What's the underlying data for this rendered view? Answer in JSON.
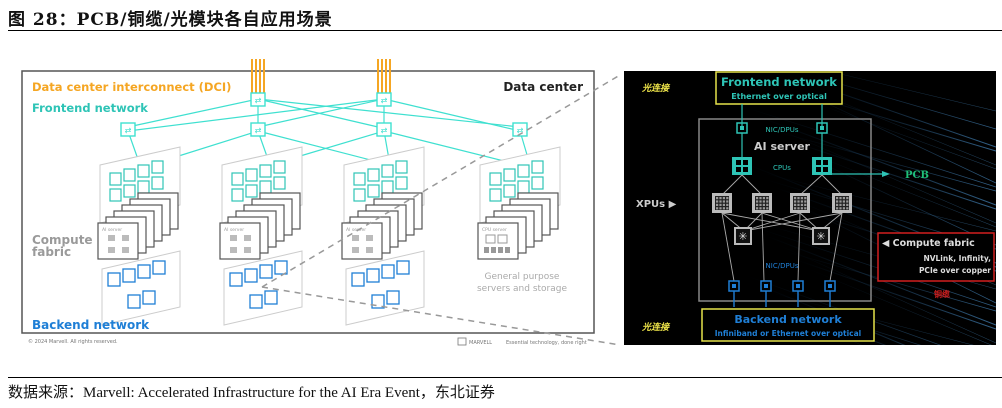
{
  "figure": {
    "title": "图 28：PCB/铜缆/光模块各自应用场景",
    "source": "数据来源：Marvell: Accelerated Infrastructure for the AI Era Event，东北证券"
  },
  "left_diagram": {
    "dci_label": "Data center interconnect (DCI)",
    "frontend_label": "Frontend network",
    "data_center_label": "Data center",
    "compute_fabric_label_line1": "Compute",
    "compute_fabric_label_line2": "fabric",
    "backend_label": "Backend network",
    "ai_server_label": "AI server",
    "cpu_server_label": "CPU server",
    "general_purpose_line1": "General purpose",
    "general_purpose_line2": "servers and storage",
    "copyright": "© 2024 Marvell. All rights reserved.",
    "brand": "MARVELL",
    "tagline": "Essential technology, done right"
  },
  "right_diagram": {
    "frontend_title": "Frontend network",
    "frontend_sub": "Ethernet over optical",
    "optical_label_top": "光连接",
    "optical_label_bottom": "光连接",
    "nic_top_label": "NIC/DPUs",
    "ai_server_label": "AI server",
    "cpus_label": "CPUs",
    "pcb_label": "PCB",
    "xpus_label": "XPUs ▶",
    "nic_bottom_label": "NIC/DPUs",
    "compute_fabric_title": "◀ Compute fabric",
    "compute_fabric_line1": "NVLink, Infinity,",
    "compute_fabric_line2": "PCIe over copper",
    "copper_label": "铜缆",
    "backend_title": "Backend network",
    "backend_sub": "Infiniband or Ethernet over optical"
  },
  "colors": {
    "dci_orange": "#f5a623",
    "frontend_teal": "#2ec4b6",
    "switch_cyan": "#3fe0d0",
    "backend_blue": "#1f7fd6",
    "gray_text": "#9a9a9a",
    "yellow_box": "#e6e24a",
    "red_box": "#d21f1f",
    "pcb_green": "#1fbf7a",
    "optical_yellow": "#f0e64a"
  }
}
